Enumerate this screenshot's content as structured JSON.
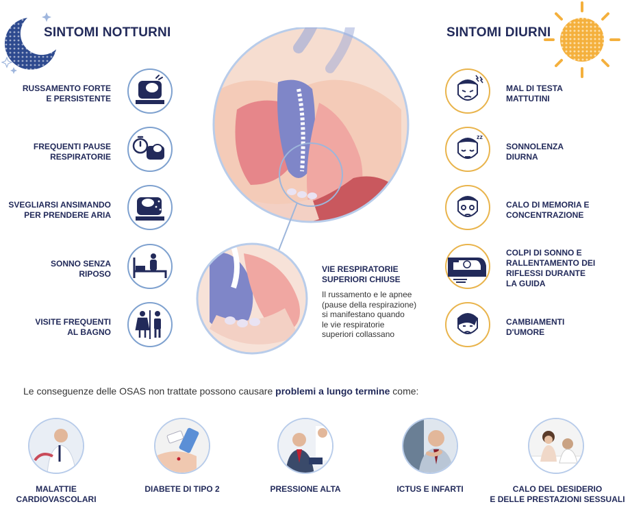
{
  "night": {
    "title": "SINTOMI NOTTURNI",
    "items": [
      {
        "lines": [
          "RUSSAMENTO FORTE",
          "E PERSISTENTE"
        ],
        "icon": "snoring-sleeper-icon"
      },
      {
        "lines": [
          "FREQUENTI PAUSE",
          "RESPIRATORIE"
        ],
        "icon": "stopwatch-sleeper-icon"
      },
      {
        "lines": [
          "SVEGLIARSI ANSIMANDO",
          "PER PRENDERE ARIA"
        ],
        "icon": "gasping-sleeper-icon"
      },
      {
        "lines": [
          "SONNO SENZA",
          "RIPOSO"
        ],
        "icon": "bed-person-icon"
      },
      {
        "lines": [
          "VISITE FREQUENTI",
          "AL BAGNO"
        ],
        "icon": "restroom-icon"
      }
    ]
  },
  "day": {
    "title": "SINTOMI DIURNI",
    "items": [
      {
        "lines": [
          "MAL DI TESTA",
          "MATTUTINI"
        ],
        "icon": "headache-face-icon"
      },
      {
        "lines": [
          "SONNOLENZA",
          "DIURNA"
        ],
        "icon": "sleepy-face-icon"
      },
      {
        "lines": [
          "CALO DI MEMORIA E",
          "CONCENTRAZIONE"
        ],
        "icon": "confused-face-icon"
      },
      {
        "lines": [
          "COLPI DI SONNO E",
          "RALLENTAMENTO DEI",
          "RIFLESSI DURANTE",
          "LA GUIDA"
        ],
        "icon": "drowsy-driver-icon"
      },
      {
        "lines": [
          "CAMBIAMENTI",
          "D'UMORE"
        ],
        "icon": "mood-face-icon"
      }
    ]
  },
  "airway": {
    "title_lines": [
      "VIE RESPIRATORIE",
      "SUPERIORI CHIUSE"
    ],
    "body_lines": [
      "Il russamento e le apnee",
      "(pause della respirazione)",
      "si manifestano quando",
      "le vie respiratorie",
      "superiori collassano"
    ]
  },
  "consequences": {
    "prefix": "Le conseguenze delle OSAS non trattate possono causare ",
    "bold": "problemi a lungo termine",
    "suffix": " come:"
  },
  "bottom": [
    {
      "lines": [
        "MALATTIE",
        "CARDIOVASCOLARI"
      ]
    },
    {
      "lines": [
        "DIABETE DI TIPO 2"
      ]
    },
    {
      "lines": [
        "PRESSIONE ALTA"
      ]
    },
    {
      "lines": [
        "ICTUS E INFARTI"
      ]
    },
    {
      "lines": [
        "CALO DEL DESIDERIO",
        "E DELLE PRESTAZIONI SESSUALI"
      ]
    }
  ],
  "colors": {
    "navy": "#222a5a",
    "blue_ring": "#7ea1cf",
    "gold_ring": "#e9b44c",
    "moon": "#2e4a8f",
    "sun": "#f4b03d"
  }
}
